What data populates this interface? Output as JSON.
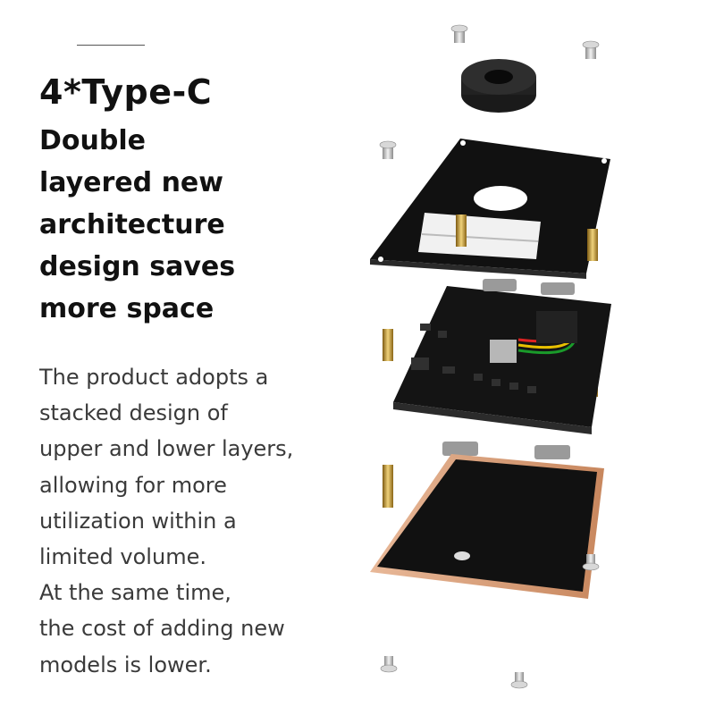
{
  "title": "4*Type-C",
  "headline_lines": [
    "Double",
    "layered new",
    "architecture",
    "design saves",
    "more space"
  ],
  "body_lines": [
    "The product adopts a",
    "stacked design of",
    "upper and lower layers,",
    "allowing for more",
    "utilization within a",
    "limited volume.",
    "At the same time,",
    "the cost of adding new",
    "models is lower."
  ],
  "colors": {
    "board": "#111111",
    "copper_edge": "#d9a27a",
    "brass_standoff": "#c9a13a",
    "screw": "#cfcfcf",
    "connector": "#9a9a9a"
  }
}
